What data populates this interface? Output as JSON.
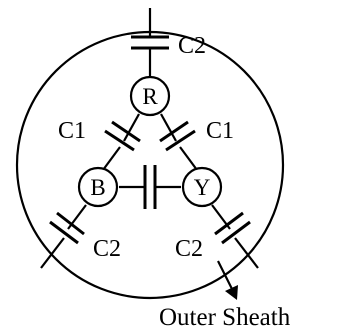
{
  "diagram": {
    "nodes": {
      "r": "R",
      "b": "B",
      "y": "Y"
    },
    "capacitors": {
      "c1_left": "C1",
      "c1_right": "C1",
      "c2_top": "C2",
      "c2_bottom_left": "C2",
      "c2_bottom_right": "C2"
    },
    "sheath_label": "Outer Sheath"
  }
}
